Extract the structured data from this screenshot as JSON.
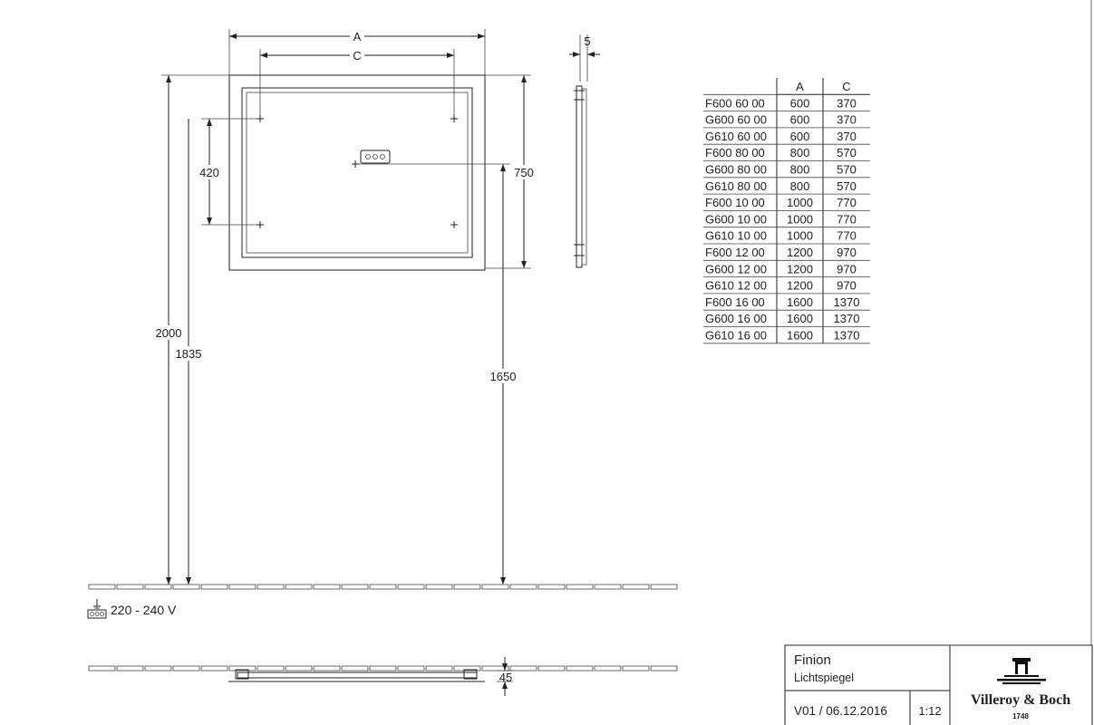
{
  "dimensions": {
    "A": "A",
    "C": "C",
    "depth_side": "5",
    "hole_spacing": "420",
    "height": "750",
    "top_height": "2000",
    "hole_height": "1835",
    "connector_height": "1650",
    "depth_bottom": "45"
  },
  "power": {
    "voltage": "220 - 240 V",
    "icon": "terminal-block-icon"
  },
  "table": {
    "headers": [
      "",
      "A",
      "C"
    ],
    "rows": [
      [
        "F600 60 00",
        "600",
        "370"
      ],
      [
        "G600 60 00",
        "600",
        "370"
      ],
      [
        "G610 60 00",
        "600",
        "370"
      ],
      [
        "F600 80 00",
        "800",
        "570"
      ],
      [
        "G600 80 00",
        "800",
        "570"
      ],
      [
        "G610 80 00",
        "800",
        "570"
      ],
      [
        "F600 10 00",
        "1000",
        "770"
      ],
      [
        "G600 10 00",
        "1000",
        "770"
      ],
      [
        "G610 10 00",
        "1000",
        "770"
      ],
      [
        "F600 12 00",
        "1200",
        "970"
      ],
      [
        "G600 12 00",
        "1200",
        "970"
      ],
      [
        "G610 12 00",
        "1200",
        "970"
      ],
      [
        "F600 16 00",
        "1600",
        "1370"
      ],
      [
        "G600 16 00",
        "1600",
        "1370"
      ],
      [
        "G610 16 00",
        "1600",
        "1370"
      ]
    ]
  },
  "title_block": {
    "product": "Finion",
    "subtitle": "Lichtspiegel",
    "version_date": "V01 / 06.12.2016",
    "scale": "1:12",
    "brand": "Villeroy & Boch",
    "brand_year": "1748"
  }
}
